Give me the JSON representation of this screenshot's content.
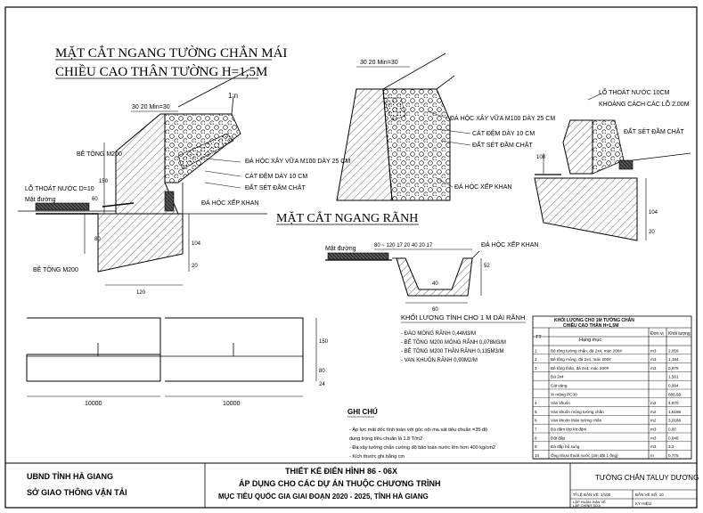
{
  "titles": {
    "wall_line1": "MẶT CẮT NGANG TƯỜNG CHẮN MÁI",
    "wall_line2": "CHIỀU CAO THÂN TƯỜNG H=1,5M",
    "ditch": "MẶT CẮT NGANG RÃNH"
  },
  "wall_section": {
    "slope": "1:n",
    "dims_top": "30   20   Min=30",
    "be_tong_m200_top": "BÊ TÔNG M200",
    "lo_thoat_nuoc": "LỖ THOÁT NƯỚC D=10",
    "mat_duong": "Mặt đường",
    "dim_60": "60",
    "dim_80": "80",
    "dim_150": "150",
    "dim_104": "104",
    "dim_20": "20",
    "be_tong_m200_bot": "BÊ TÔNG M200",
    "dim_120": "120",
    "da_hoc_xay": "ĐÁ HỘC XÂY VỮA M100 DÀY 25 CM",
    "cat_dem": "CÁT ĐỆM DÀY 10 CM",
    "dat_set": "ĐẤT SÉT ĐẦM CHẶT",
    "da_hoc_xep": "ĐÁ HỘC XẾP KHAN"
  },
  "detail_section": {
    "dims_top": "30   20   Min=30",
    "da_hoc_xay": "ĐÁ HỘC XÂY VỮA M100 DÀY 25 CM",
    "cat_dem": "CÁT ĐỆM DÀY 10 CM",
    "dat_set": "ĐẤT SÉT ĐẦM CHẶT",
    "da_hoc_xep": "ĐÁ HỘC XẾP KHAN"
  },
  "right_section": {
    "lo_thoat_1": "LỖ THOÁT NƯỚC 10CM",
    "lo_thoat_2": "KHOẢNG CÁCH CÁC LỖ 2.00M",
    "dat_set": "ĐẤT SÉT ĐẦM CHẶT",
    "dim_108": "108",
    "dim_104": "104",
    "dim_20": "20"
  },
  "ditch_section": {
    "mat_duong": "Mặt đường",
    "dims": "80 ~ 120  17   20   40   20   17",
    "da_hoc_xep": "ĐÁ HỘC XẾP KHAN",
    "dim_52": "52",
    "dim_40": "40",
    "dim_60": "60"
  },
  "elevation": {
    "dim_left": "10000",
    "dim_right": "10000",
    "dim_150": "150",
    "dim_24": "24",
    "dim_80": "80"
  },
  "quantity_text": {
    "title": "KHỐI LƯỢNG TÍNH CHO 1 M DÀI RÃNH",
    "lines": [
      "- ĐÀO MÓNG RÃNH 0,44M3/M",
      "- BÊ TÔNG M200 MÓNG RÃNH 0,078M3/M",
      "- BÊ TÔNG M200 THÂN RÃNH 0,135M3/M",
      "- VAN KHUÔN RÃNH 0,90M2/M"
    ]
  },
  "notes": {
    "title": "GHI CHÚ",
    "lines": [
      "- Áp lực mất dốc tính toán với góc nội ma sát tiêu chuẩn =35 độ",
      "  dung trọng tiêu chuẩn là 1.8 T/m2",
      "- Đá xây tường chắn cường độ bảo toàn nước lớn hơn 400 kg/cm2",
      "- Kích thước ghi bằng cm"
    ]
  },
  "table": {
    "title_1": "KHỐI LƯỢNG CHO 1M TƯỜNG CHẮN",
    "title_2": "CHIỀU CAO THÂN H=1,5M",
    "headers": [
      "TT",
      "Hạng mục",
      "Đơn vị",
      "Khối lượng"
    ],
    "rows": [
      [
        "1",
        "Bê tông tường chắn, đá 2x4, mác 200#",
        "m3",
        "2,059"
      ],
      [
        "2",
        "Bê tông móng, đá 2x4, mác 200#",
        "m3",
        "1,184"
      ],
      [
        "3",
        "Bê tông thân, đá 2x4, mác 200#",
        "m3",
        "0,875"
      ],
      [
        "",
        "Đá 2x4",
        "",
        "1,561"
      ],
      [
        "",
        "Cát vàng",
        "",
        "0,994"
      ],
      [
        "",
        "Xi măng PC30",
        "",
        "686,68"
      ],
      [
        "4",
        "Ván khuôn",
        "m2",
        "4,870"
      ],
      [
        "5",
        "Ván khuôn móng tường chắn",
        "m2",
        "1,8186"
      ],
      [
        "6",
        "Ván khuôn thân tường chắn",
        "m2",
        "3,0188"
      ],
      [
        "7",
        "Đá dăm lớp lót đệm",
        "m3",
        "0,60"
      ],
      [
        "8",
        "Đất đắp",
        "m3",
        "0,846"
      ],
      [
        "9",
        "Đá đắp bổ sung",
        "m3",
        "3,3"
      ],
      [
        "10",
        "Ống nhựa thoát nước (2m đặt 1 ống)",
        "m",
        "0,775"
      ]
    ]
  },
  "title_block": {
    "org_1": "UBND TỈNH HÀ GIANG",
    "org_2": "SỞ GIAO THÔNG VẬN TẢI",
    "proj_1": "THIẾT KẾ ĐIỂN HÌNH 86 - 06X",
    "proj_2": "ÁP DỤNG CHO CÁC DỰ ÁN THUỘC CHƯƠNG TRÌNH",
    "proj_3": "MỤC TIÊU QUỐC GIA GIAI ĐOẠN 2020 - 2025, TỈNH HÀ GIANG",
    "sheet_name": "TƯỜNG CHẮN TALUY DƯƠNG",
    "scale": "TỈ LỆ BẢN VẼ: 1/100",
    "sheet_no": "BẢN VẼ SỐ: 10",
    "prep": "LẬP HUẤN: BẢN VẼ",
    "check": "LẬP CHỈNH SỬA",
    "note": "KÝ HIỆU"
  }
}
